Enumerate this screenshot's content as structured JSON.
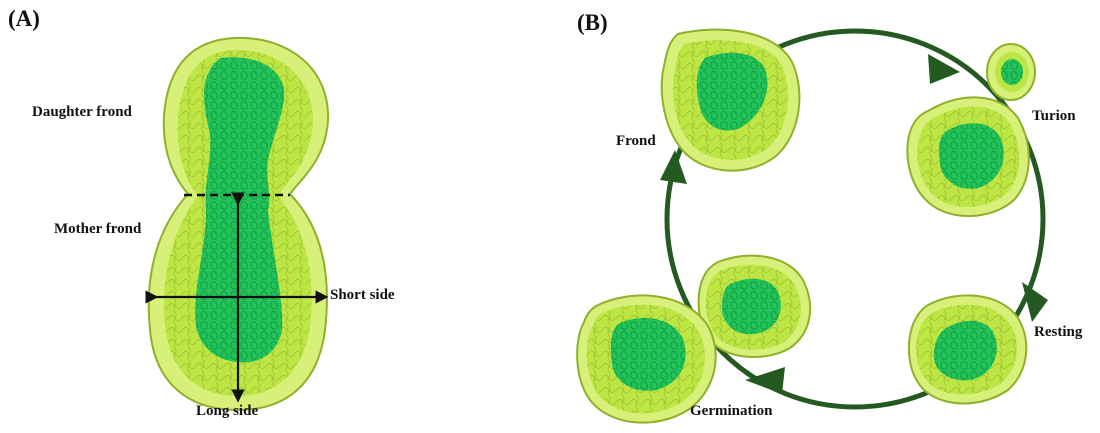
{
  "panels": {
    "a": {
      "label": "(A)"
    },
    "b": {
      "label": "(B)"
    }
  },
  "panel_a": {
    "daughter_frond": "Daughter frond",
    "mother_frond": "Mother frond",
    "short_side": "Short side",
    "long_side": "Long side"
  },
  "panel_b": {
    "frond": "Frond",
    "turion": "Turion",
    "resting": "Resting",
    "germination": "Germination"
  },
  "colors": {
    "outer_rim": "#d6f07a",
    "inner_body": "#b8e43c",
    "core": "#22c45a",
    "core_dark": "#14a348",
    "cycle_arrow": "#245a22",
    "measure_line": "#111111"
  }
}
